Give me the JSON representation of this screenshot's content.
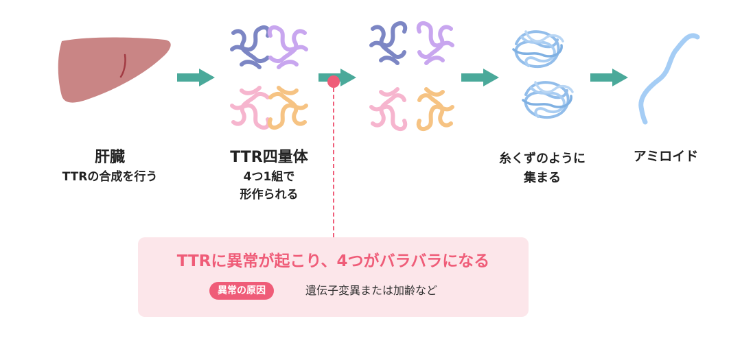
{
  "stages": [
    {
      "title": "肝臓",
      "lines": [
        "TTRの合成を行う"
      ]
    },
    {
      "title": "TTR四量体",
      "lines": [
        "4つ1組で",
        "形作られる"
      ]
    },
    {
      "title": "",
      "lines": []
    },
    {
      "title": "",
      "lines": [
        "糸くずのように",
        "集まる"
      ]
    },
    {
      "title": "アミロイド",
      "lines": []
    }
  ],
  "callout": {
    "title": "TTRに異常が起こり、4つがバラバラになる",
    "badge": "異常の原因",
    "cause": "遺伝子変異または加齢など"
  },
  "colors": {
    "arrow": "#4aa99a",
    "liver": "#c98585",
    "callout_accent": "#ef5c78",
    "callout_bg": "#fce6ea",
    "blue_subunit": "#7c86c4",
    "purple_subunit": "#c8a6ef",
    "pink_subunit": "#f6b5ce",
    "orange_subunit": "#f6c383",
    "aggregate": "#92bdea",
    "amyloid": "#a5cdf5"
  }
}
